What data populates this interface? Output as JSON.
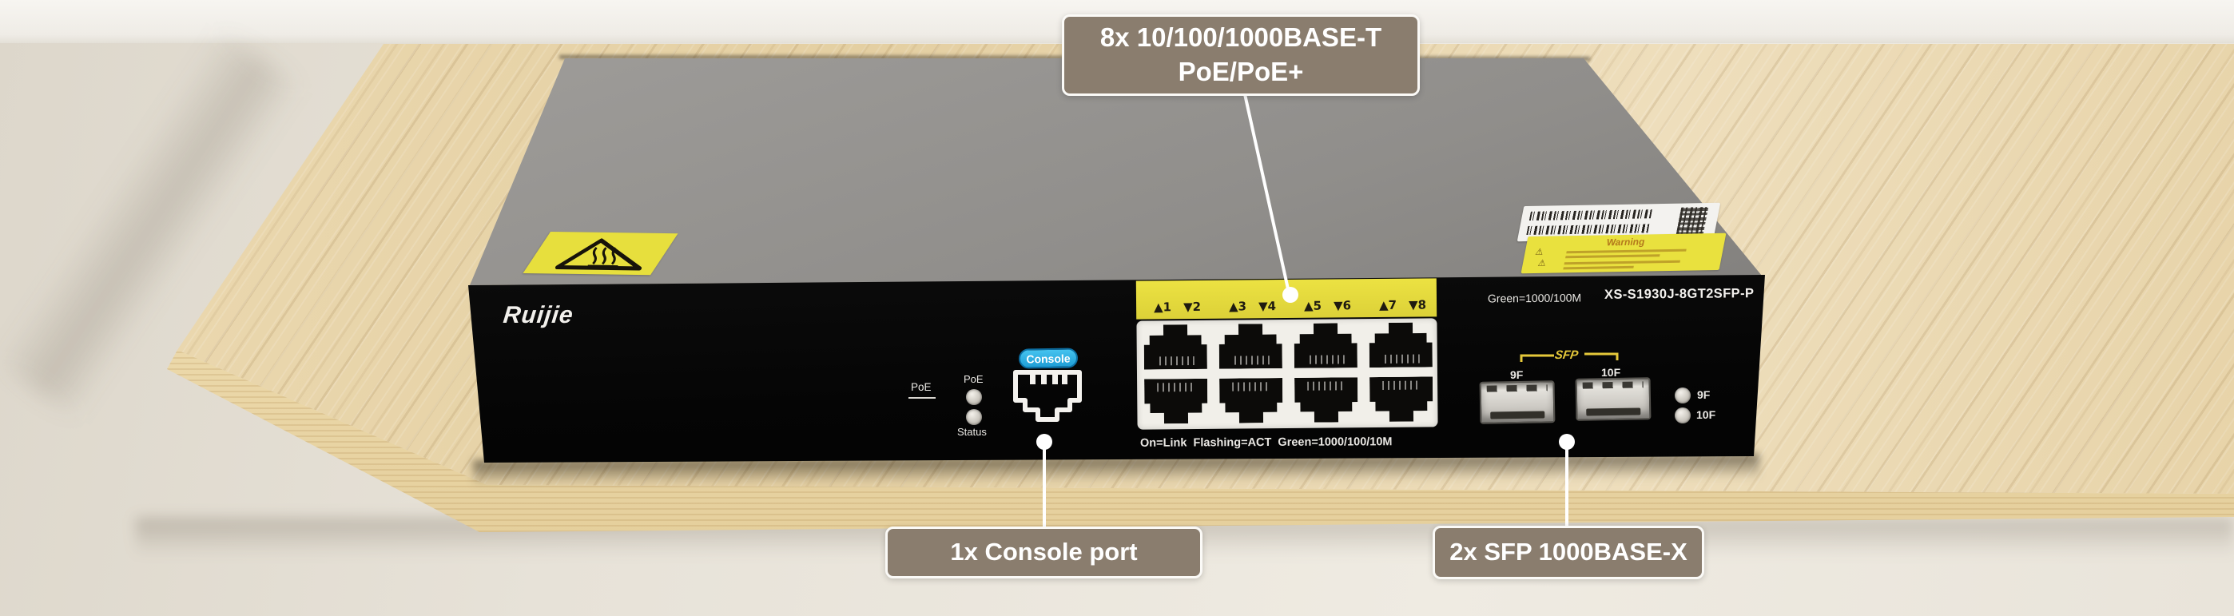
{
  "callouts": {
    "ports": {
      "line1": "8x 10/100/1000BASE-T",
      "line2": "PoE/PoE+"
    },
    "console": {
      "label": "1x Console port"
    },
    "sfp": {
      "label": "2x SFP 1000BASE-X"
    }
  },
  "switch": {
    "brand": "Ruijie",
    "model": "XS-S1930J-8GT2SFP-P",
    "speed_legend": "Green=1000/100M",
    "link_legend": "On=Link  Flashing=ACT  Green=1000/100/10M",
    "poe_section_label": "PoE",
    "poe_led_label": "PoE",
    "status_led_label": "Status",
    "console_label": "Console",
    "port_indicators": [
      "▲1",
      "▼2",
      "▲3",
      "▼4",
      "▲5",
      "▼6",
      "▲7",
      "▼8"
    ],
    "sfp_group_label": "SFP",
    "sfp_port_labels": [
      "9F",
      "10F"
    ],
    "sfp_led_labels": [
      "9F",
      "10F"
    ],
    "warning_title": "Warning"
  },
  "colors": {
    "callout_bg": "#8a7d6e",
    "console_pill_blue": "#2bb1e5",
    "port_strip_yellow": "#e7dd45",
    "warning_label_yellow": "#e9e13e",
    "hot_label_yellow": "#e7df3d",
    "panel_black": "#070707",
    "top_gray": "#8d8b88",
    "wood": "#e6d2a8",
    "sfp_accent_yellow": "#e5c83a"
  }
}
